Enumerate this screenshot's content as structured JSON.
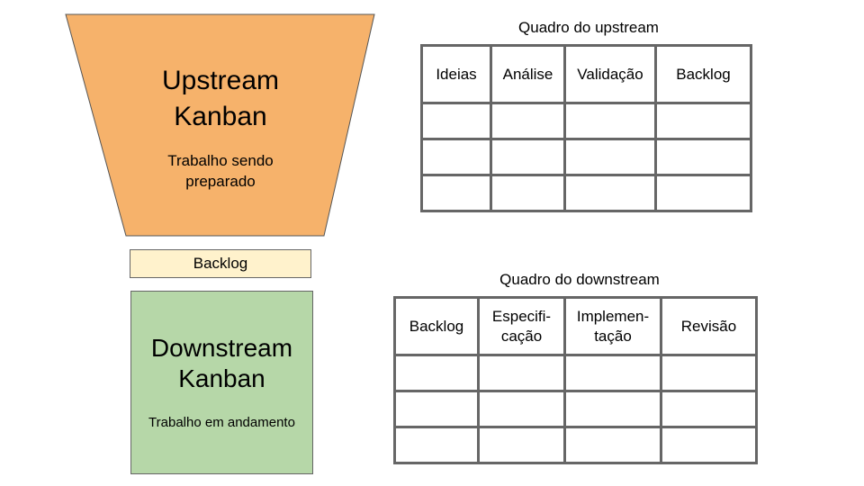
{
  "upstream": {
    "title_lines": [
      "Upstream",
      "Kanban"
    ],
    "subtitle_lines": [
      "Trabalho sendo",
      "preparado"
    ],
    "color": "#f6b26b"
  },
  "backlog": {
    "label": "Backlog",
    "color": "#fff2cc"
  },
  "downstream": {
    "title_lines": [
      "Downstream",
      "Kanban"
    ],
    "subtitle": "Trabalho em andamento",
    "color": "#b6d7a8"
  },
  "upstream_board": {
    "caption": "Quadro do upstream",
    "columns": [
      {
        "lines": [
          "Ideias"
        ]
      },
      {
        "lines": [
          "Análise"
        ]
      },
      {
        "lines": [
          "Validação"
        ]
      },
      {
        "lines": [
          "Backlog"
        ]
      }
    ],
    "empty_rows": 3
  },
  "downstream_board": {
    "caption": "Quadro do downstream",
    "columns": [
      {
        "lines": [
          "Backlog"
        ]
      },
      {
        "lines": [
          "Especifi-",
          "cação"
        ]
      },
      {
        "lines": [
          "Implemen-",
          "tação"
        ]
      },
      {
        "lines": [
          "Revisão"
        ]
      }
    ],
    "empty_rows": 3
  }
}
